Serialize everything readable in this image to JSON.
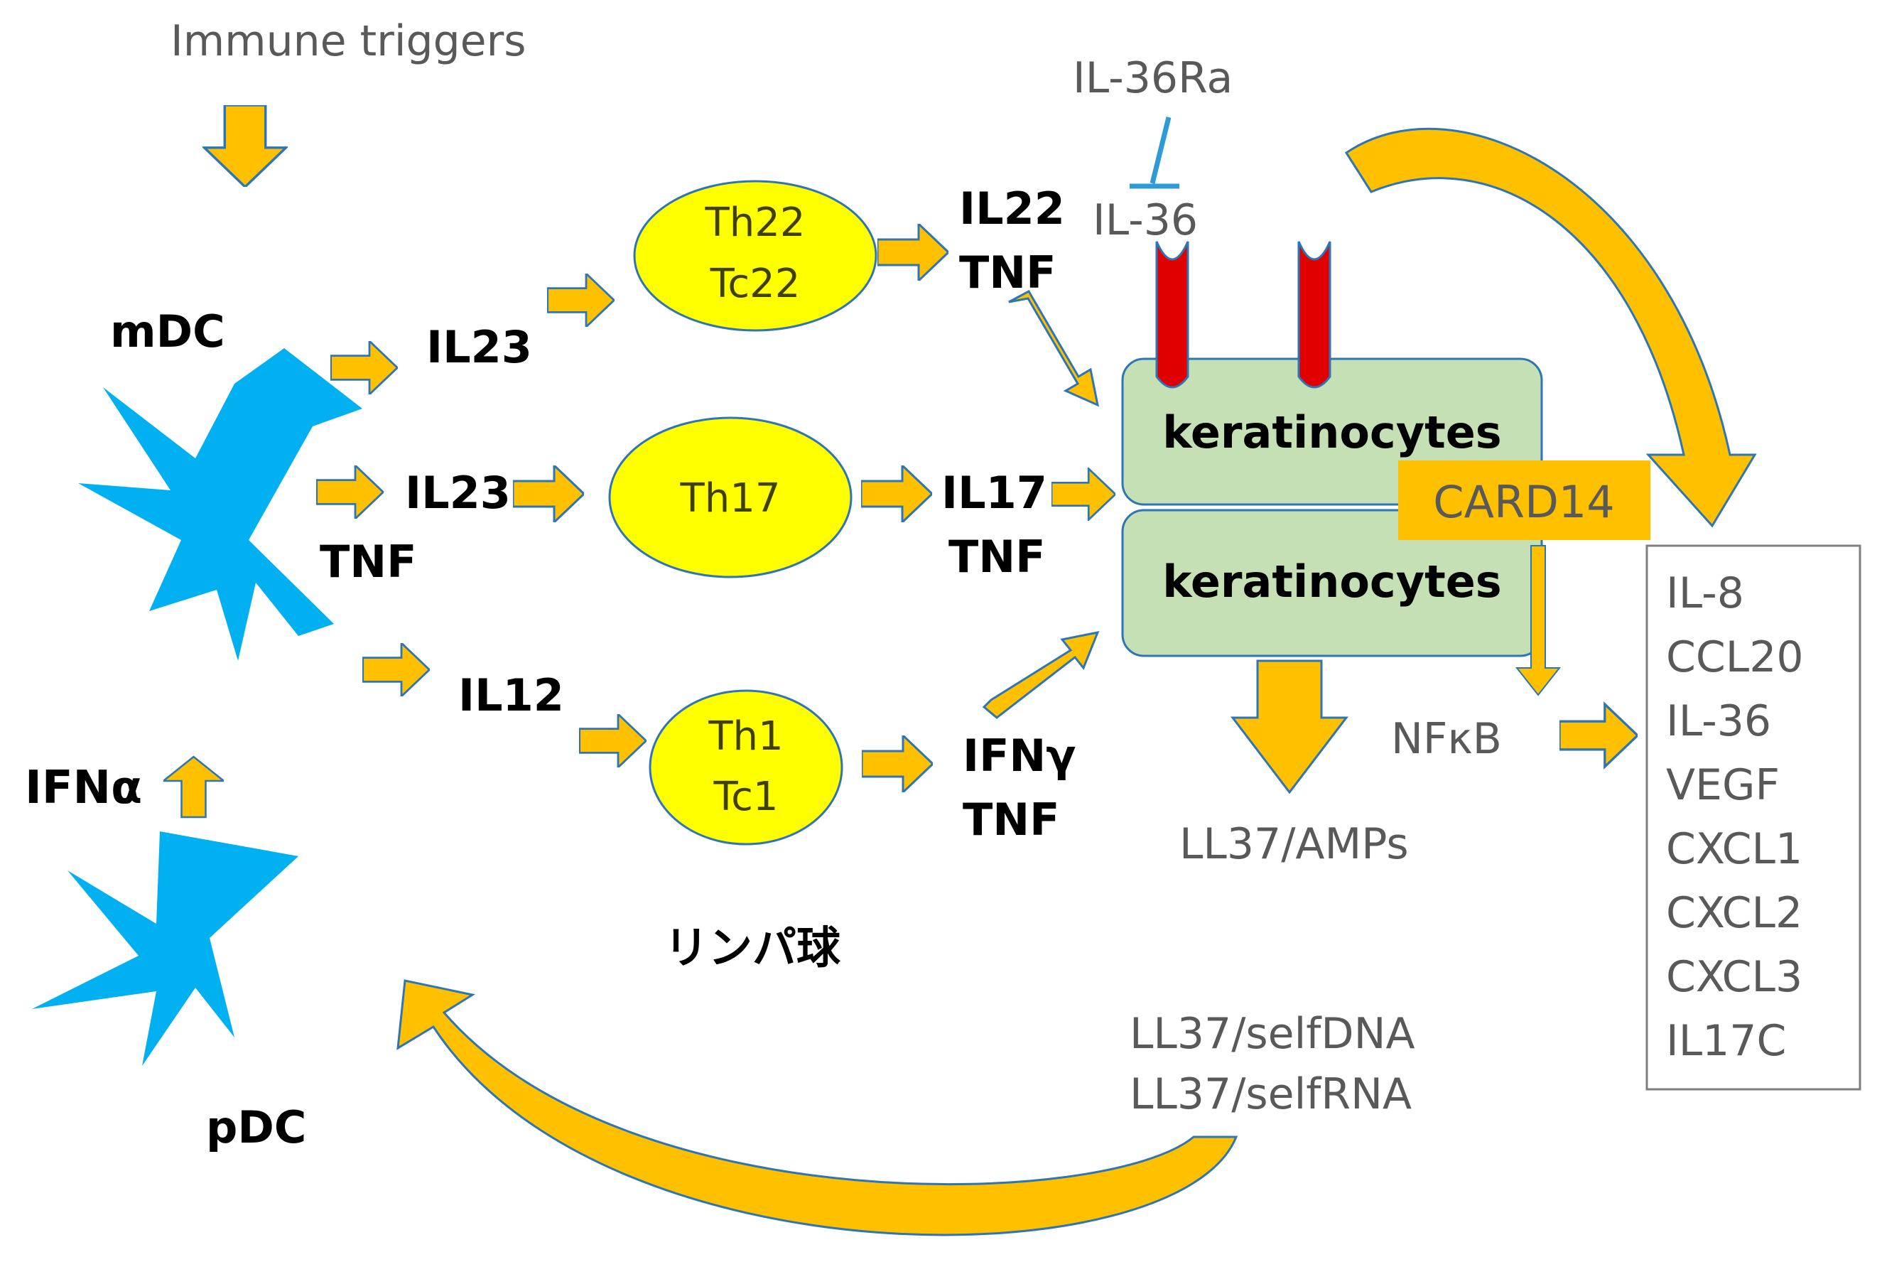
{
  "labels": {
    "immune_triggers": "Immune triggers",
    "il36ra": "IL-36Ra",
    "il36": "IL-36",
    "mdc": "mDC",
    "pdc": "pDC",
    "ifn_alpha": "IFNα",
    "il23_top": "IL23",
    "il23_mid": "IL23",
    "tnf_mid_left": "TNF",
    "il12": "IL12",
    "il22": "IL22",
    "tnf_top": "TNF",
    "il17": "IL17",
    "tnf_mid": "TNF",
    "ifn_gamma": "IFNγ",
    "tnf_bottom": "TNF",
    "lymphocytes": "リンパ球",
    "nfkb": "NFκB",
    "ll37_amps": "LL37/AMPs",
    "ll37_selfdna": "LL37/selfDNA",
    "ll37_selfrna": "LL37/selfRNA",
    "card14": "CARD14"
  },
  "cells": {
    "th22_line1": "Th22",
    "th22_line2": "Tc22",
    "th17": "Th17",
    "th1_line1": "Th1",
    "th1_line2": "Tc1",
    "keratinocytes_top": "keratinocytes",
    "keratinocytes_bottom": "keratinocytes"
  },
  "cytokine_list": [
    "IL-8",
    "CCL20",
    "IL-36",
    "VEGF",
    "CXCL1",
    "CXCL2",
    "CXCL3",
    "IL17C"
  ],
  "colors": {
    "arrow": "#FFC000",
    "arrow_stroke": "#2E75B6",
    "dendritic_cell": "#00B0F0",
    "t_cell": "#FFFF00",
    "keratinocyte": "#C5E0B4",
    "receptor": "#E00000",
    "inhibitor": "#2E9BD6",
    "card14_box": "#FFC000"
  }
}
